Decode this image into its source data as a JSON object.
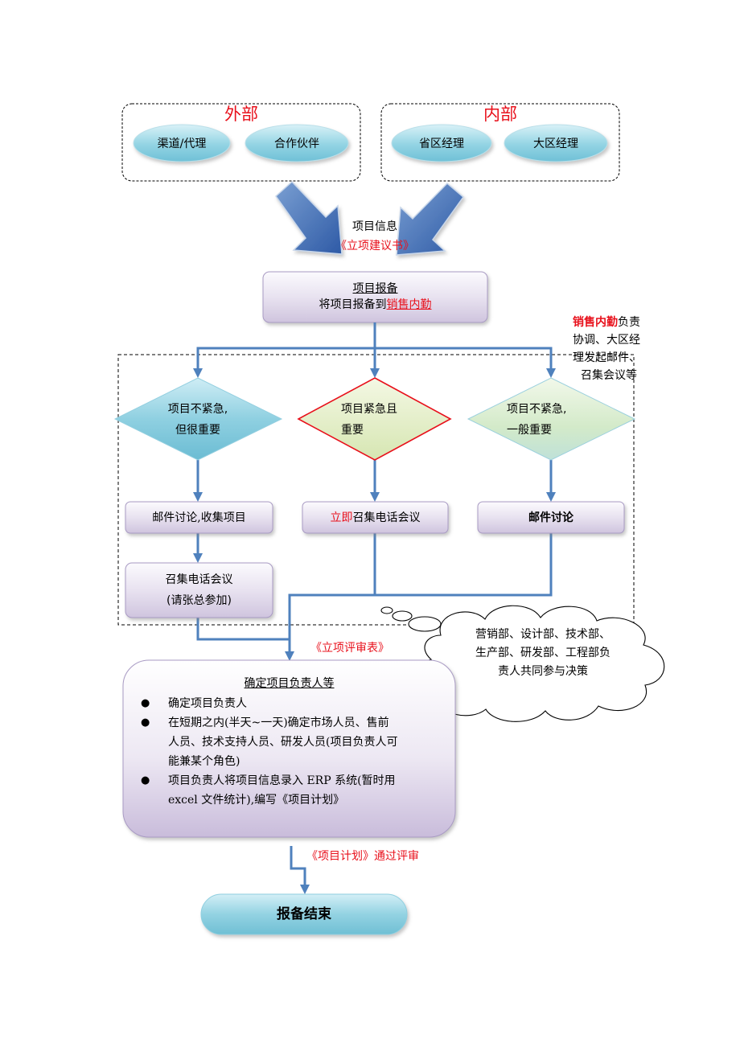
{
  "groups": {
    "external": {
      "title": "外部",
      "items": [
        "渠道/代理",
        "合作伙伴"
      ]
    },
    "internal": {
      "title": "内部",
      "items": [
        "省区经理",
        "大区经理"
      ]
    }
  },
  "project_info": {
    "line1": "项目信息",
    "line2": "《立项建议书》"
  },
  "report_box": {
    "title": "项目报备",
    "desc_prefix": "将项目报备到",
    "desc_highlight": "销售内勤"
  },
  "side_note": {
    "highlight": "销售内勤",
    "line1_rest": "负责",
    "line2": "协调、大区经",
    "line3": "理发起邮件、",
    "line4": "召集会议等"
  },
  "decisions": [
    {
      "line1": "项目不紧急,",
      "line2": "但很重要"
    },
    {
      "line1": "项目紧急且",
      "line2": "重要"
    },
    {
      "line1": "项目不紧急,",
      "line2": "一般重要"
    }
  ],
  "actions": {
    "left1": "邮件讨论,收集项目",
    "middle_prefix": "立即",
    "middle_rest": "召集电话会议",
    "right": "邮件讨论",
    "left2_line1": "召集电话会议",
    "left2_line2": "(请张总参加)"
  },
  "review_label": "《立项评审表》",
  "cloud": {
    "line1": "营销部、设计部、技术部、",
    "line2": "生产部、研发部、工程部负",
    "line3": "责人共同参与决策"
  },
  "main_box": {
    "title": "确定项目负责人等",
    "bullets": [
      {
        "lines": [
          "确定项目负责人"
        ]
      },
      {
        "lines": [
          "在短期之内(半天~一天)确定市场人员、售前",
          "人员、技术支持人员、研发人员(项目负责人可",
          "能兼某个角色)"
        ]
      },
      {
        "lines": [
          "项目负责人将项目信息录入 ERP 系统(暂时用",
          "excel 文件统计),编写《项目计划》"
        ]
      }
    ]
  },
  "plan_label": "《项目计划》通过评审",
  "end": "报备结束",
  "colors": {
    "accent_red": "#e8101b",
    "line_blue": "#4f81bd",
    "oval_teal": "#8ccfe0",
    "box_lavender": "#ddd6ea"
  }
}
